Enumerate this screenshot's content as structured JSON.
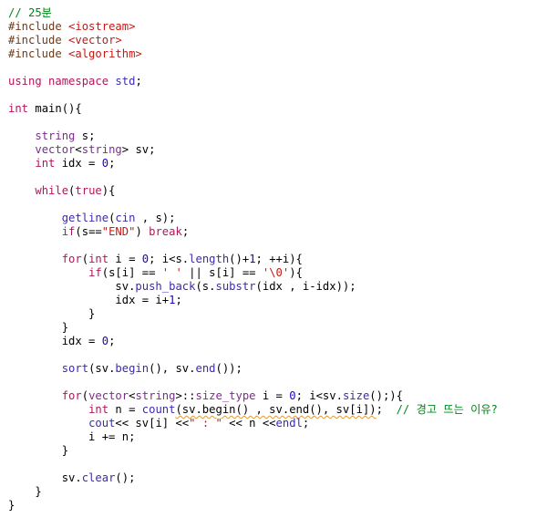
{
  "colors": {
    "background": "#ffffff",
    "keyword": "#b0175a",
    "type": "#7a2e8c",
    "identifier": "#3b2bb0",
    "string": "#c41a16",
    "number": "#1c00cf",
    "comment": "#00861b",
    "preprocessor": "#6c3b1b",
    "warning_underline": "#e09a2c"
  },
  "lines": [
    [
      [
        "cm",
        "// 25분"
      ]
    ],
    [
      [
        "pp",
        "#include "
      ],
      [
        "st",
        "<iostream>"
      ]
    ],
    [
      [
        "pp",
        "#include "
      ],
      [
        "st",
        "<vector>"
      ]
    ],
    [
      [
        "pp",
        "#include "
      ],
      [
        "st",
        "<algorithm>"
      ]
    ],
    [],
    [
      [
        "kw",
        "using"
      ],
      [
        "pl",
        " "
      ],
      [
        "kw",
        "namespace"
      ],
      [
        "pl",
        " "
      ],
      [
        "fn",
        "std"
      ],
      [
        "pl",
        ";"
      ]
    ],
    [],
    [
      [
        "kw",
        "int"
      ],
      [
        "pl",
        " main(){"
      ]
    ],
    [],
    [
      [
        "pl",
        "    "
      ],
      [
        "ty",
        "string"
      ],
      [
        "pl",
        " s;"
      ]
    ],
    [
      [
        "pl",
        "    "
      ],
      [
        "ty",
        "vector"
      ],
      [
        "pl",
        "<"
      ],
      [
        "ty",
        "string"
      ],
      [
        "pl",
        "> sv;"
      ]
    ],
    [
      [
        "pl",
        "    "
      ],
      [
        "kw",
        "int"
      ],
      [
        "pl",
        " idx = "
      ],
      [
        "nm",
        "0"
      ],
      [
        "pl",
        ";"
      ]
    ],
    [],
    [
      [
        "pl",
        "    "
      ],
      [
        "kw",
        "while"
      ],
      [
        "pl",
        "("
      ],
      [
        "kw",
        "true"
      ],
      [
        "pl",
        "){"
      ]
    ],
    [],
    [
      [
        "pl",
        "        "
      ],
      [
        "fn",
        "getline"
      ],
      [
        "pl",
        "("
      ],
      [
        "fn",
        "cin"
      ],
      [
        "pl",
        " , s);"
      ]
    ],
    [
      [
        "pl",
        "        "
      ],
      [
        "kw",
        "if"
      ],
      [
        "pl",
        "(s=="
      ],
      [
        "st",
        "\"END\""
      ],
      [
        "pl",
        ") "
      ],
      [
        "kw",
        "break"
      ],
      [
        "pl",
        ";"
      ]
    ],
    [],
    [
      [
        "pl",
        "        "
      ],
      [
        "kw",
        "for"
      ],
      [
        "pl",
        "("
      ],
      [
        "kw",
        "int"
      ],
      [
        "pl",
        " i = "
      ],
      [
        "nm",
        "0"
      ],
      [
        "pl",
        "; i<s."
      ],
      [
        "fn",
        "length"
      ],
      [
        "pl",
        "()+"
      ],
      [
        "nm",
        "1"
      ],
      [
        "pl",
        "; ++i){"
      ]
    ],
    [
      [
        "pl",
        "            "
      ],
      [
        "kw",
        "if"
      ],
      [
        "pl",
        "(s[i] == "
      ],
      [
        "st",
        "' '"
      ],
      [
        "pl",
        " || s[i] == "
      ],
      [
        "st",
        "'\\0'"
      ],
      [
        "pl",
        "){"
      ]
    ],
    [
      [
        "pl",
        "                sv."
      ],
      [
        "fn",
        "push_back"
      ],
      [
        "pl",
        "(s."
      ],
      [
        "fn",
        "substr"
      ],
      [
        "pl",
        "(idx , i-idx));"
      ]
    ],
    [
      [
        "pl",
        "                idx = i+"
      ],
      [
        "nm",
        "1"
      ],
      [
        "pl",
        ";"
      ]
    ],
    [
      [
        "pl",
        "            }"
      ]
    ],
    [
      [
        "pl",
        "        }"
      ]
    ],
    [
      [
        "pl",
        "        idx = "
      ],
      [
        "nm",
        "0"
      ],
      [
        "pl",
        ";"
      ]
    ],
    [],
    [
      [
        "pl",
        "        "
      ],
      [
        "fn",
        "sort"
      ],
      [
        "pl",
        "(sv."
      ],
      [
        "fn",
        "begin"
      ],
      [
        "pl",
        "(), sv."
      ],
      [
        "fn",
        "end"
      ],
      [
        "pl",
        "());"
      ]
    ],
    [],
    [
      [
        "pl",
        "        "
      ],
      [
        "kw",
        "for"
      ],
      [
        "pl",
        "("
      ],
      [
        "ty",
        "vector"
      ],
      [
        "pl",
        "<"
      ],
      [
        "ty",
        "string"
      ],
      [
        "pl",
        ">::"
      ],
      [
        "ty",
        "size_type"
      ],
      [
        "pl",
        " i = "
      ],
      [
        "nm",
        "0"
      ],
      [
        "pl",
        "; i<sv."
      ],
      [
        "fn",
        "size"
      ],
      [
        "pl",
        "();){"
      ]
    ],
    [
      [
        "pl",
        "            "
      ],
      [
        "kw",
        "int"
      ],
      [
        "pl",
        " n = "
      ],
      [
        "fn",
        "count"
      ],
      [
        "sq",
        "(sv.begin() , sv.end(), sv[i])"
      ],
      [
        "pl",
        ";  "
      ],
      [
        "cm",
        "// 경고 뜨는 이유?"
      ]
    ],
    [
      [
        "pl",
        "            "
      ],
      [
        "fn",
        "cout"
      ],
      [
        "pl",
        "<< sv[i] <<"
      ],
      [
        "st",
        "\" : \""
      ],
      [
        "pl",
        " << n <<"
      ],
      [
        "fn",
        "endl"
      ],
      [
        "pl",
        ";"
      ]
    ],
    [
      [
        "pl",
        "            i += n;"
      ]
    ],
    [
      [
        "pl",
        "        }"
      ]
    ],
    [],
    [
      [
        "pl",
        "        sv."
      ],
      [
        "fn",
        "clear"
      ],
      [
        "pl",
        "();"
      ]
    ],
    [
      [
        "pl",
        "    }"
      ]
    ],
    [
      [
        "pl",
        "}"
      ]
    ]
  ]
}
